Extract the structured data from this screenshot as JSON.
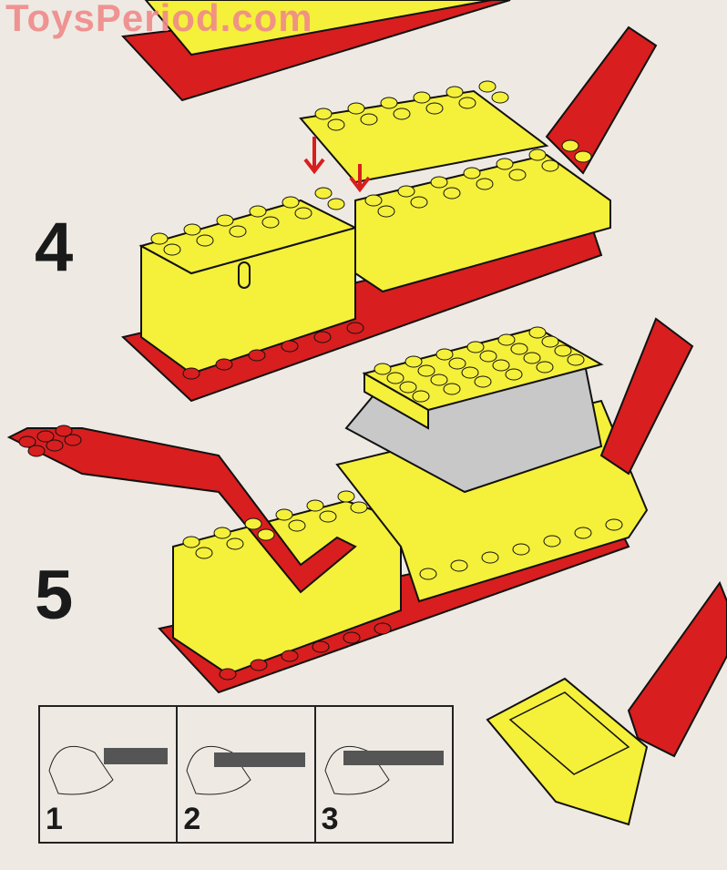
{
  "watermark": "ToysPeriod.com",
  "steps": [
    {
      "number": "4"
    },
    {
      "number": "5"
    }
  ],
  "track_inset": {
    "substeps": [
      "1",
      "2",
      "3"
    ]
  },
  "colors": {
    "brick_yellow": "#f5f03a",
    "brick_red": "#d81e1e",
    "paper": "#eeeae3",
    "window_gray": "#c8c8c8"
  }
}
